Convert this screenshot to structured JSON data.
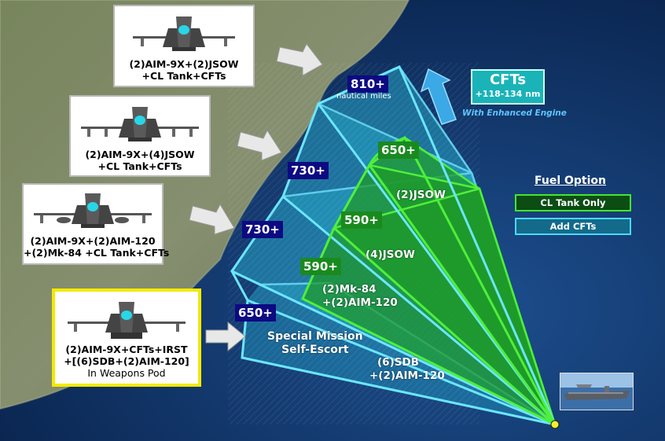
{
  "configs": [
    {
      "line1": "(2)AIM-9X+(2)JSOW",
      "line2": "+CL Tank+CFTs"
    },
    {
      "line1": "(2)AIM-9X+(4)JSOW",
      "line2": "+CL Tank+CFTs"
    },
    {
      "line1": "(2)AIM-9X+(2)AIM-120",
      "line2": "+(2)Mk-84 +CL Tank+CFTs"
    },
    {
      "line1": "(2)AIM-9X+CFTs+IRST",
      "line2": "+[(6)SDB+(2)AIM-120]",
      "line3": "In Weapons Pod"
    }
  ],
  "ranges": {
    "cft_810": "810+",
    "nautical_miles": "nautical miles",
    "cft_730_a": "730+",
    "cft_730_b": "730+",
    "cft_650": "650+",
    "cl_650": "650+",
    "cl_590_a": "590+",
    "cl_590_b": "590+"
  },
  "wedges": {
    "jsow2": "(2)JSOW",
    "jsow4": "(4)JSOW",
    "mk84_1": "(2)Mk-84",
    "mk84_2": "+(2)AIM-120",
    "special_1": "Special Mission",
    "special_2": "Self-Escort",
    "sdb_1": "(6)SDB",
    "sdb_2": "+(2)AIM-120"
  },
  "cft_callout": {
    "title": "CFTs",
    "range": "+118-134 nm",
    "subtitle": "With Enhanced Engine"
  },
  "fuel_legend": {
    "title": "Fuel Option",
    "cl_tank": "CL Tank Only",
    "add_cfts": "Add CFTs"
  },
  "colors": {
    "cl_tank": "#1f9a2a",
    "cfts": "#23a9c9",
    "yellow_highlight": "#f4ea00",
    "navy_label": "#0d0a82"
  }
}
